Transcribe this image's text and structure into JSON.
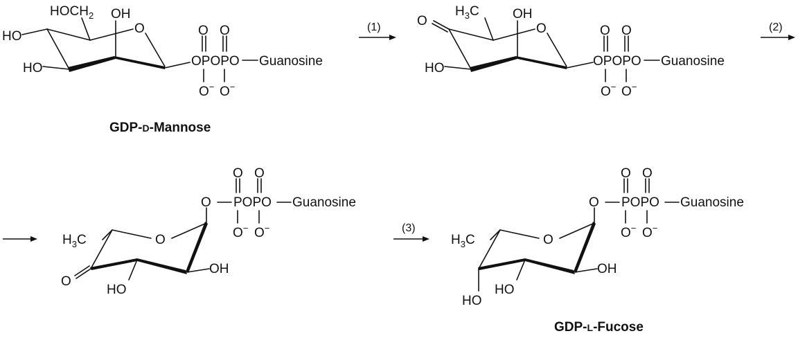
{
  "labels": {
    "hoch2": "HOCH",
    "hoch2_sub": "2",
    "oh": "OH",
    "ho": "HO",
    "o": "O",
    "h3c_h": "H",
    "h3c_sub": "3",
    "h3c_c": "C",
    "phos_chain": "OPOPO",
    "phos_chain_b": "POPO",
    "guanosine": "Guanosine",
    "o_minus": "O",
    "minus": "−"
  },
  "steps": {
    "step1": "(1)",
    "step2": "(2)",
    "step3": "(3)"
  },
  "captions": {
    "mannose_prefix": "GDP-",
    "mannose_letter": "D",
    "mannose_suffix": "-Mannose",
    "fucose_prefix": "GDP-",
    "fucose_letter": "L",
    "fucose_suffix": "-Fucose"
  }
}
